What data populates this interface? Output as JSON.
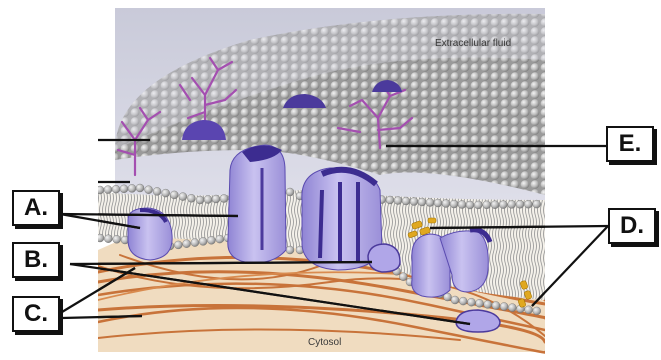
{
  "regions": {
    "extracellular": "Extracellular fluid",
    "cytosol": "Cytosol"
  },
  "labels": {
    "a": "A.",
    "b": "B.",
    "c": "C.",
    "d": "D.",
    "e": "E."
  },
  "colors": {
    "phospholipid_head": "#b8b8b8",
    "protein": "#b9b0e8",
    "protein_dark": "#4b3a9c",
    "glycan": "#a44fb0",
    "cholesterol": "#e0a820",
    "filament": "#c8733a",
    "cytosol": "#f0dcc0",
    "extracellular": "#dcdce8"
  }
}
